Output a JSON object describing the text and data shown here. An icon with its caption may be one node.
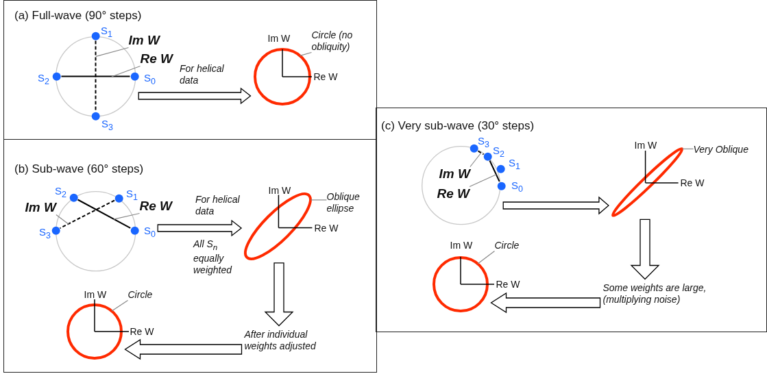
{
  "diagram": {
    "nodes": [
      {
        "text": [
          "(a) Full-wave (90° steps)"
        ]
      },
      {
        "text": [],
        "shape": "circle",
        "in": 0
      },
      {
        "text": [],
        "shape": "line",
        "in": 1
      },
      {
        "text": [],
        "shape": "line",
        "in": 1
      },
      {
        "text": [
          "Im W"
        ],
        "in": 0
      },
      {
        "text": [
          "Re W"
        ],
        "in": 0
      },
      {
        "text": [],
        "shape": "circle",
        "in": 0,
        "beside": [
          "Im W",
          "Re W"
        ]
      },
      {
        "text": [
          "Circle (no obliquity)"
        ],
        "in": 0
      },
      {
        "text": [
          "(b) Sub-wave (60° steps)"
        ]
      },
      {
        "text": [],
        "shape": "circle",
        "in": 8
      },
      {
        "text": [],
        "shape": "line",
        "in": 9
      },
      {
        "text": [],
        "shape": "line",
        "in": 9
      },
      {
        "text": [
          "Im W"
        ],
        "in": 8
      },
      {
        "text": [
          "Re W"
        ],
        "in": 8
      },
      {
        "text": [],
        "shape": "ellipse",
        "in": 8,
        "beside": [
          "Im W",
          "Re W"
        ]
      },
      {
        "text": [
          "Oblique ellipse"
        ],
        "in": 8
      },
      {
        "text": [
          "After individual weights adjusted"
        ],
        "in": 8
      },
      {
        "text": [],
        "shape": "circle",
        "in": 8,
        "beside": [
          "Im W",
          "Re W"
        ]
      },
      {
        "text": [
          "Circle"
        ],
        "in": 8
      },
      {
        "text": [
          "(c) Very sub-wave (30° steps)"
        ]
      },
      {
        "text": [],
        "shape": "circle",
        "in": 19
      },
      {
        "text": [],
        "shape": "line",
        "in": 20
      },
      {
        "text": [],
        "shape": "line",
        "in": 20
      },
      {
        "text": [
          "Im W"
        ],
        "in": 20
      },
      {
        "text": [
          "Re W"
        ],
        "in": 20
      },
      {
        "text": [],
        "shape": "ellipse",
        "in": 19,
        "beside": [
          "Im W",
          "Re W"
        ]
      },
      {
        "text": [
          "Very Oblique"
        ],
        "in": 19
      },
      {
        "text": [
          "Some weights are large, (multiplying noise)"
        ],
        "in": 19
      },
      {
        "text": [],
        "shape": "circle",
        "in": 19,
        "beside": [
          "Im W",
          "Re W"
        ]
      },
      {
        "text": [
          "Circle"
        ],
        "in": 19
      }
    ],
    "edges": [
      {
        "from": 4,
        "to": 2,
        "arrow": "none"
      },
      {
        "from": 5,
        "to": 3,
        "arrow": "none"
      },
      {
        "from": 1,
        "to": 6,
        "arrow": "to",
        "label": "For helical data"
      },
      {
        "from": 7,
        "to": 6,
        "arrow": "none"
      },
      {
        "from": 12,
        "to": 10,
        "arrow": "none"
      },
      {
        "from": 13,
        "to": 11,
        "arrow": "none"
      },
      {
        "from": 9,
        "to": 14,
        "arrow": "to",
        "label": "For helical data"
      },
      {
        "from": 15,
        "to": 14,
        "arrow": "none"
      },
      {
        "from": 14,
        "to": 16,
        "arrow": "to"
      },
      {
        "from": 16,
        "to": 17,
        "arrow": "to"
      },
      {
        "from": 18,
        "to": 17,
        "arrow": "none"
      },
      {
        "from": 23,
        "to": 21,
        "arrow": "none"
      },
      {
        "from": 24,
        "to": 22,
        "arrow": "none"
      },
      {
        "from": 20,
        "to": 25,
        "arrow": "to"
      },
      {
        "from": 26,
        "to": 25,
        "arrow": "none"
      },
      {
        "from": 25,
        "to": 27,
        "arrow": "to"
      },
      {
        "from": 27,
        "to": 28,
        "arrow": "to"
      },
      {
        "from": 29,
        "to": 28,
        "arrow": "none"
      }
    ],
    "labels": [
      "S$_{1}$",
      "S$_{2}$",
      "S$_{0}$",
      "S$_{3}$",
      "S$_{2}$",
      "S$_{1}$",
      "S$_{3}$",
      "S$_{0}$",
      "All S$_{n}$ equally weighted",
      "S$_{3}$",
      "S$_{2}$",
      "S$_{1}$",
      "S$_{0}$"
    ]
  }
}
